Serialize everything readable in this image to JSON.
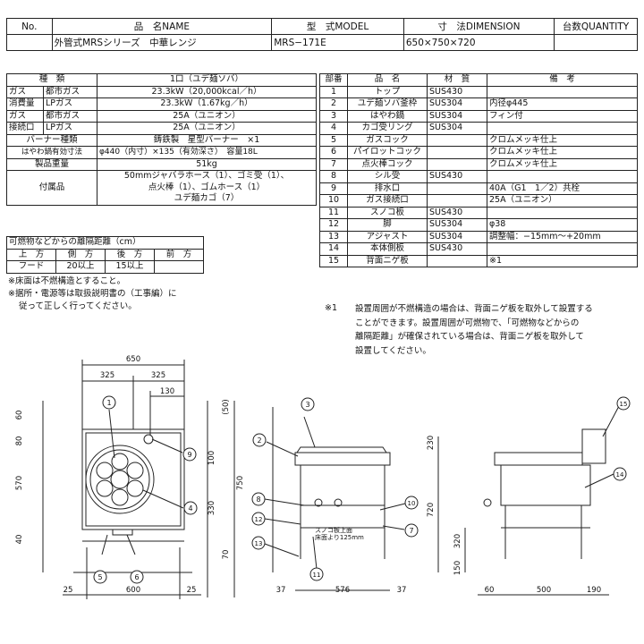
{
  "header": {
    "no_label": "No.",
    "name_label": "品　名NAME",
    "model_label": "型　式MODEL",
    "dim_label": "寸　法DIMENSION",
    "qty_label": "台数QUANTITY",
    "name_value": "外管式MRSシリーズ　中華レンジ",
    "model_value": "MRS−171E",
    "dim_value": "650×750×720"
  },
  "spec": {
    "kind_label": "種　類",
    "kind_value": "1口（ユデ麺ソバ）",
    "gas": "ガス",
    "consumption": "消費量",
    "connection": "接続口",
    "city_gas": "都市ガス",
    "lp_gas": "LPガス",
    "cons_city": "23.3kW（20,000kcal／h）",
    "cons_lp": "23.3kW（1.67kg／h）",
    "conn_city": "25A（ユニオン）",
    "conn_lp": "25A（ユニオン）",
    "burner_label": "バーナー種類",
    "burner_value": "鋳鉄製　星型バーナー　×1",
    "pot_label": "はやわ鍋有効寸法",
    "pot_value": "φ440（内寸）×135（有効深さ）　容量18L",
    "weight_label": "製品重量",
    "weight_value": "51kg",
    "acc_label": "付属品",
    "acc_lines": [
      "50mmジャバラホース（1）、ゴミ受（1）、",
      "点火棒（1）、ゴムホース（1）",
      "ユデ麺カゴ（7）"
    ]
  },
  "parts": {
    "headers": [
      "部番",
      "品　名",
      "材　質",
      "備　考"
    ],
    "rows": [
      [
        "1",
        "トップ",
        "SUS430",
        ""
      ],
      [
        "2",
        "ユデ麺ソバ釜枠",
        "SUS304",
        "内径φ445"
      ],
      [
        "3",
        "はやわ鍋",
        "SUS304",
        "フィン付"
      ],
      [
        "4",
        "カゴ受リング",
        "SUS304",
        ""
      ],
      [
        "5",
        "ガスコック",
        "",
        "クロムメッキ仕上"
      ],
      [
        "6",
        "パイロットコック",
        "",
        "クロムメッキ仕上"
      ],
      [
        "7",
        "点火棒コック",
        "",
        "クロムメッキ仕上"
      ],
      [
        "8",
        "シル受",
        "SUS430",
        ""
      ],
      [
        "9",
        "排水口",
        "",
        "40A（G1　1／2）共栓"
      ],
      [
        "10",
        "ガス接続口",
        "",
        "25A（ユニオン）"
      ],
      [
        "11",
        "スノコ板",
        "SUS430",
        ""
      ],
      [
        "12",
        "脚",
        "SUS304",
        "φ38"
      ],
      [
        "13",
        "アジャスト",
        "SUS304",
        "調整幅：−15mm〜+20mm"
      ],
      [
        "14",
        "本体側板",
        "SUS430",
        ""
      ],
      [
        "15",
        "背面ニゲ板",
        "",
        "※1"
      ]
    ]
  },
  "clearance": {
    "title": "可燃物などからの離隔距離（cm）",
    "headers": [
      "上　方",
      "側　方",
      "後　方",
      "前　方"
    ],
    "row_label": "フード",
    "values": [
      "20以上",
      "15以上",
      ""
    ]
  },
  "notes": {
    "left": [
      "※床面は不燃構造とすること。",
      "※据所・電源等は取扱説明書の（工事編）に",
      "従って正しく行ってください。"
    ],
    "right_mark": "※1",
    "right": [
      "設置周囲が不燃構造の場合は、背面ニゲ板を取外して設置する",
      "ことができます。設置周囲が可燃物で、「可燃物などからの",
      "離隔距離」が確保されている場合は、背面ニゲ板を取外して",
      "設置してください。"
    ]
  },
  "drawing": {
    "dims": {
      "w650": "650",
      "d325a": "325",
      "d325b": "325",
      "d130": "130",
      "d50": "(50)",
      "d60": "60",
      "d80": "80",
      "d100": "100",
      "d570": "570",
      "d750": "750",
      "d330": "330",
      "d40": "40",
      "d70": "70",
      "d25a": "25",
      "d600": "600",
      "d25b": "25",
      "d37a": "37",
      "d576": "576",
      "d37b": "37",
      "d230": "230",
      "d720": "720",
      "d320": "320",
      "d150": "150",
      "s60": "60",
      "s500": "500",
      "s190": "190"
    },
    "callouts": [
      "1",
      "2",
      "3",
      "4",
      "5",
      "6",
      "7",
      "8",
      "9",
      "10",
      "11",
      "12",
      "13",
      "14",
      "15"
    ],
    "sunoko_label": "スノコ板上面",
    "sunoko_height": "床面より125mm"
  }
}
